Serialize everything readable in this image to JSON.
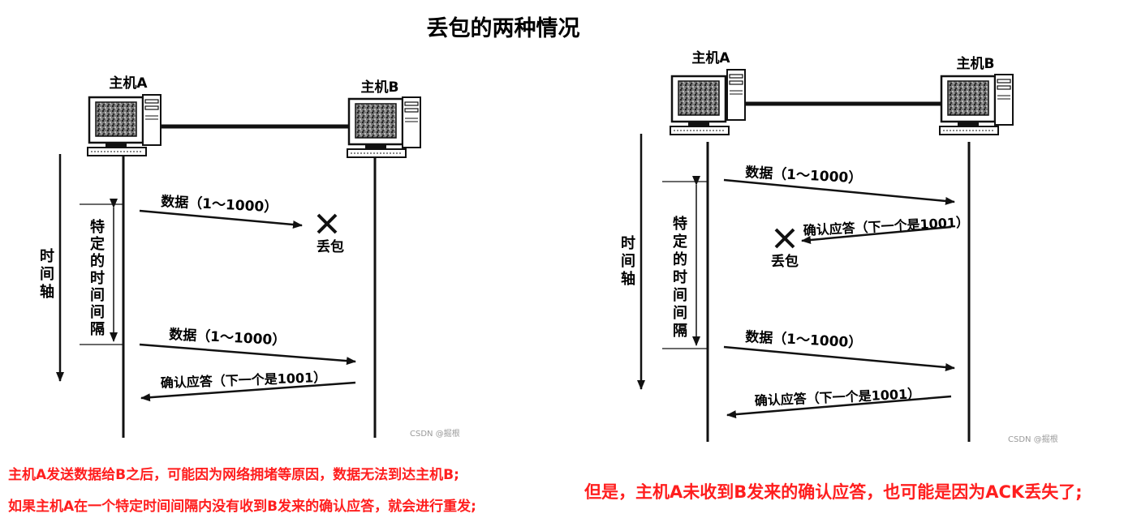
{
  "title": "丢包的两种情况",
  "diagram_left": {
    "host_a": "主机A",
    "host_b": "主机B",
    "time_axis": "时间轴",
    "interval": "特定的时间间隔",
    "data_1": "数据（1～1000）",
    "lost": "丢包",
    "data_2": "数据（1～1000）",
    "ack": "确认应答（下一个是1001）",
    "watermark": "CSDN @掘根"
  },
  "diagram_right": {
    "host_a": "主机A",
    "host_b": "主机B",
    "time_axis": "时间轴",
    "interval": "特定的时间间隔",
    "data_1": "数据（1～1000）",
    "ack_lost": "确认应答（下一个是1001）",
    "lost": "丢包",
    "data_2": "数据（1～1000）",
    "ack": "确认应答（下一个是1001）",
    "watermark": "CSDN @掘根"
  },
  "captions": {
    "line1": "主机A发送数据给B之后，可能因为网络拥堵等原因，数据无法到达主机B;",
    "line2": "如果主机A在一个特定时间间隔内没有收到B发来的确认应答，就会进行重发;",
    "right": "但是，主机A未收到B发来的确认应答，也可能是因为ACK丢失了;"
  },
  "colors": {
    "caption": "#ff1e1e",
    "line": "#111111"
  }
}
